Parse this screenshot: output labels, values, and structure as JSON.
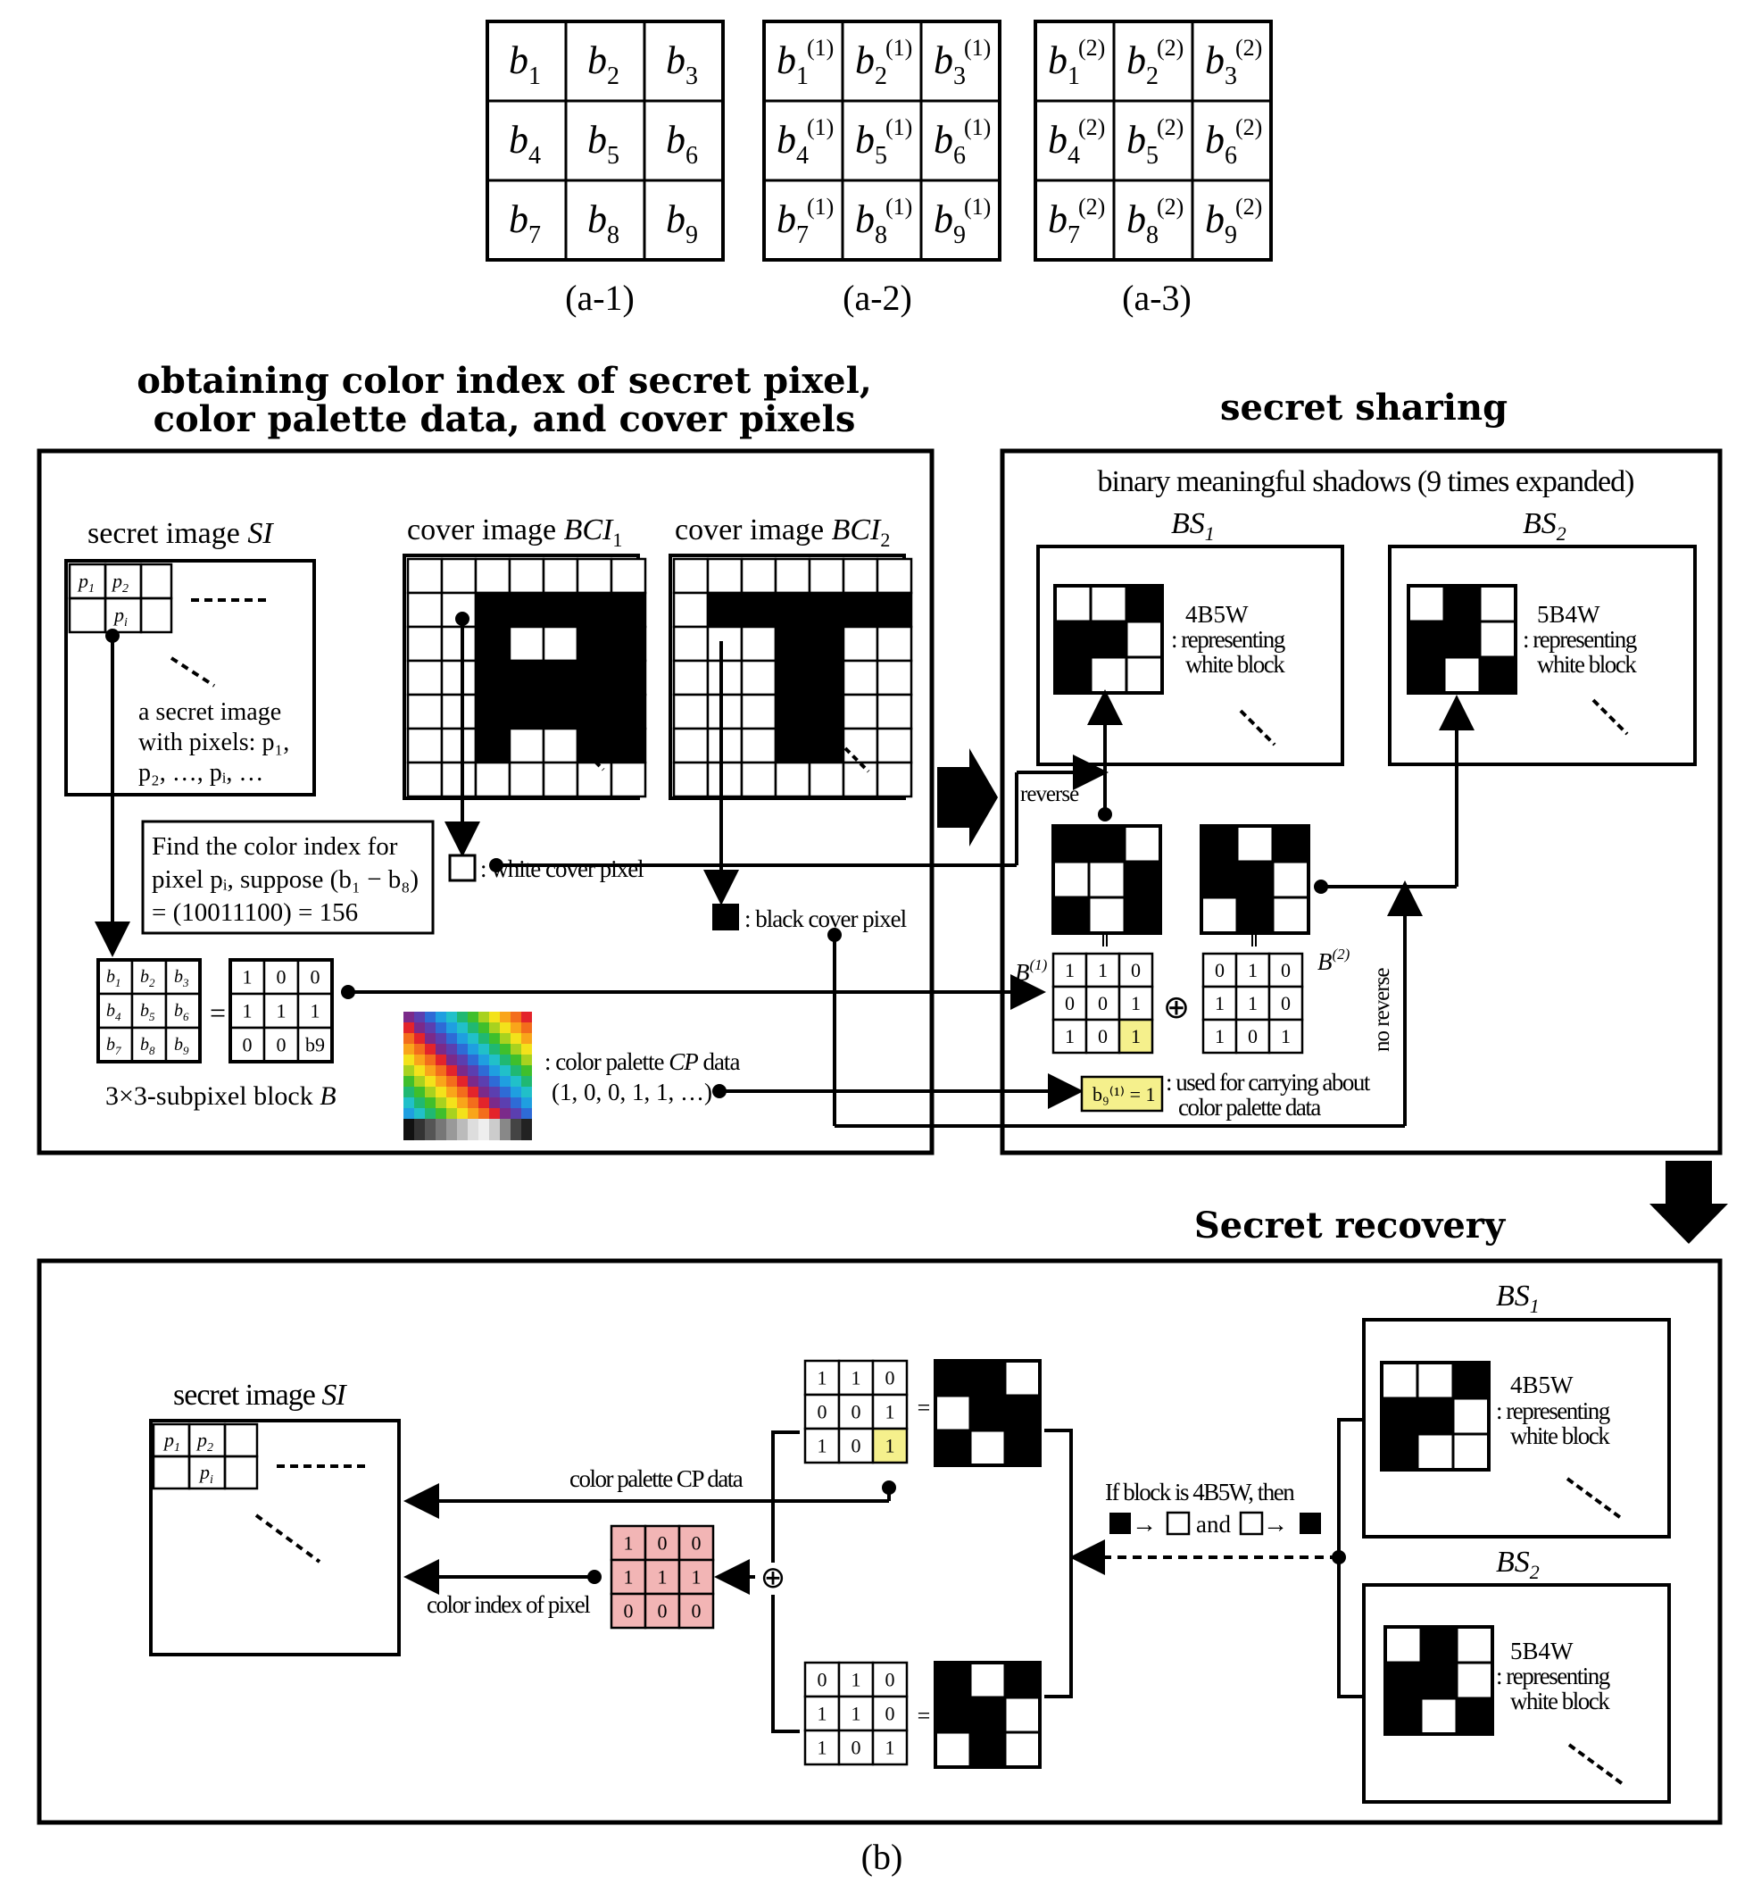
{
  "top_grids": {
    "a1": {
      "caption": "(a-1)",
      "base": "b",
      "sup": "",
      "subs": [
        "1",
        "2",
        "3",
        "4",
        "5",
        "6",
        "7",
        "8",
        "9"
      ]
    },
    "a2": {
      "caption": "(a-2)",
      "base": "b",
      "sup": "(1)",
      "subs": [
        "1",
        "2",
        "3",
        "4",
        "5",
        "6",
        "7",
        "8",
        "9"
      ]
    },
    "a3": {
      "caption": "(a-3)",
      "base": "b",
      "sup": "(2)",
      "subs": [
        "1",
        "2",
        "3",
        "4",
        "5",
        "6",
        "7",
        "8",
        "9"
      ]
    }
  },
  "sharing_panel": {
    "heading_line1": "obtaining color index of secret pixel,",
    "heading_line2": "color palette data, and cover pixels",
    "secret_image_label": "secret image ",
    "secret_image_name": "SI",
    "pixel_p1": "p",
    "pixel_p1_sub": "1",
    "pixel_p2": "p",
    "pixel_p2_sub": "2",
    "pixel_pi": "p",
    "pixel_pi_sub": "i",
    "secret_desc_line1": "a secret image",
    "secret_desc_line2": "with pixels: p₁,",
    "secret_desc_line3": "p₂, …, pᵢ, …",
    "cover1_label": "cover image ",
    "cover1_name": "BCI",
    "cover1_sub": "1",
    "cover2_label": "cover image ",
    "cover2_name": "BCI",
    "cover2_sub": "2",
    "find_line1": "Find the color index for",
    "find_line2": "pixel pᵢ, suppose (b₁ − b₈)",
    "find_line3": "= (10011100) = 156",
    "white_cover_label": ": white cover pixel",
    "black_cover_label": ": black cover pixel",
    "block_b_labels": [
      "b1",
      "b2",
      "b3",
      "b4",
      "b5",
      "b6",
      "b7",
      "b8",
      "b9"
    ],
    "block_b_values": [
      "1",
      "0",
      "0",
      "1",
      "1",
      "1",
      "0",
      "0",
      "b9"
    ],
    "equals": "=",
    "block_caption": "3×3-subpixel block ",
    "block_caption_name": "B",
    "palette_label_line1": ": color palette ",
    "palette_label_name": "CP",
    "palette_label_tail": " data",
    "palette_label_line2": "(1, 0, 0, 1, 1, …)"
  },
  "secret_sharing": {
    "heading": "secret sharing",
    "shadows_title": "binary meaningful shadows (9 times expanded)",
    "bs1_label": "BS",
    "bs1_sub": "1",
    "bs2_label": "BS",
    "bs2_sub": "2",
    "bs1_code": "4B5W",
    "bs1_desc1": ": representing",
    "bs1_desc2": "white block",
    "bs2_code": "5B4W",
    "bs2_desc1": ": representing",
    "bs2_desc2": "white block",
    "reverse": "reverse",
    "no_reverse": "no reverse",
    "b1_label": "B",
    "b1_sup": "(1)",
    "b2_label": "B",
    "b2_sup": "(2)",
    "b1_values": [
      "1",
      "1",
      "0",
      "0",
      "0",
      "1",
      "1",
      "0",
      "1"
    ],
    "b2_values": [
      "0",
      "1",
      "0",
      "1",
      "1",
      "0",
      "1",
      "0",
      "1"
    ],
    "xor": "⊕",
    "b9_eq": "b₉⁽¹⁾ = 1",
    "carry_line1": ": used for carrying about",
    "carry_line2": "color palette data"
  },
  "recovery": {
    "heading": "Secret recovery",
    "secret_image_label": "secret image ",
    "secret_image_name": "SI",
    "palette_flow": "color palette CP data",
    "index_flow": "color index of pixel",
    "top_values": [
      "1",
      "1",
      "0",
      "0",
      "0",
      "1",
      "1",
      "0",
      "1"
    ],
    "bottom_values": [
      "0",
      "1",
      "0",
      "1",
      "1",
      "0",
      "1",
      "0",
      "1"
    ],
    "result_values": [
      "1",
      "0",
      "0",
      "1",
      "1",
      "1",
      "0",
      "0",
      "0"
    ],
    "xor": "⊕",
    "equals": "=",
    "if_line": "If block is 4B5W, then",
    "and_word": "and",
    "arrow_glyph": "→",
    "bs1_label": "BS",
    "bs1_sub": "1",
    "bs2_label": "BS",
    "bs2_sub": "2",
    "bs1_code": "4B5W",
    "bs1_desc1": ": representing",
    "bs1_desc2": "white block",
    "bs2_code": "5B4W",
    "bs2_desc1": ": representing",
    "bs2_desc2": "white block",
    "caption": "(b)"
  },
  "colors": {
    "highlight_yellow": "#f5f08c",
    "highlight_pink": "#f2b5b5",
    "ink": "#000000"
  }
}
